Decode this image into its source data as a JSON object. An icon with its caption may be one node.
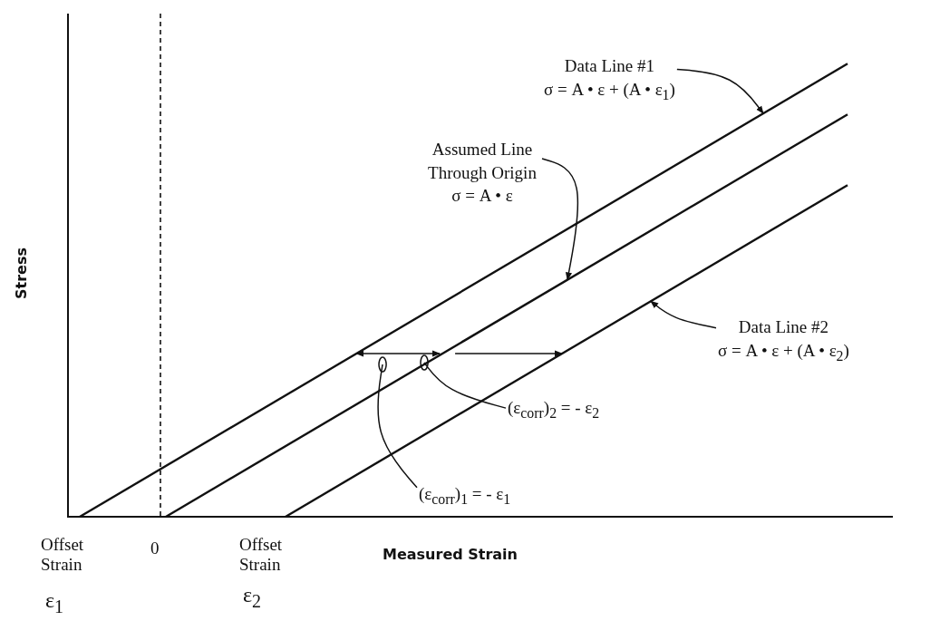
{
  "diagram": {
    "nodes": [
      {
        "text": [
          "Data Line #1",
          "σ = A • ε + (A • ε$_{1}$)"
        ]
      },
      {
        "text": [
          "Assumed Line Through Origin",
          "σ = A • ε"
        ]
      },
      {
        "text": [
          "Data Line #2",
          "σ = A • ε + (A • ε$_{2}$)"
        ]
      },
      {
        "text": [
          "(ε$_{corr}$)$_{2}$ = - ε$_{2}$"
        ]
      },
      {
        "text": [
          "(ε$_{corr}$)$_{1}$ = - ε$_{1}$"
        ]
      }
    ],
    "edges": [
      {
        "from": 0,
        "to": null,
        "arrow": "to"
      },
      {
        "from": 1,
        "to": null,
        "arrow": "to"
      },
      {
        "from": 2,
        "to": null,
        "arrow": "to"
      },
      {
        "from": 3,
        "to": null,
        "arrow": "none"
      },
      {
        "from": 4,
        "to": null,
        "arrow": "none"
      }
    ],
    "labels": [
      "Stress",
      "Offset Strain",
      "0",
      "Offset Strain",
      "Measured Strain",
      "ε$_{1}$",
      "ε$_{2}$"
    ]
  }
}
